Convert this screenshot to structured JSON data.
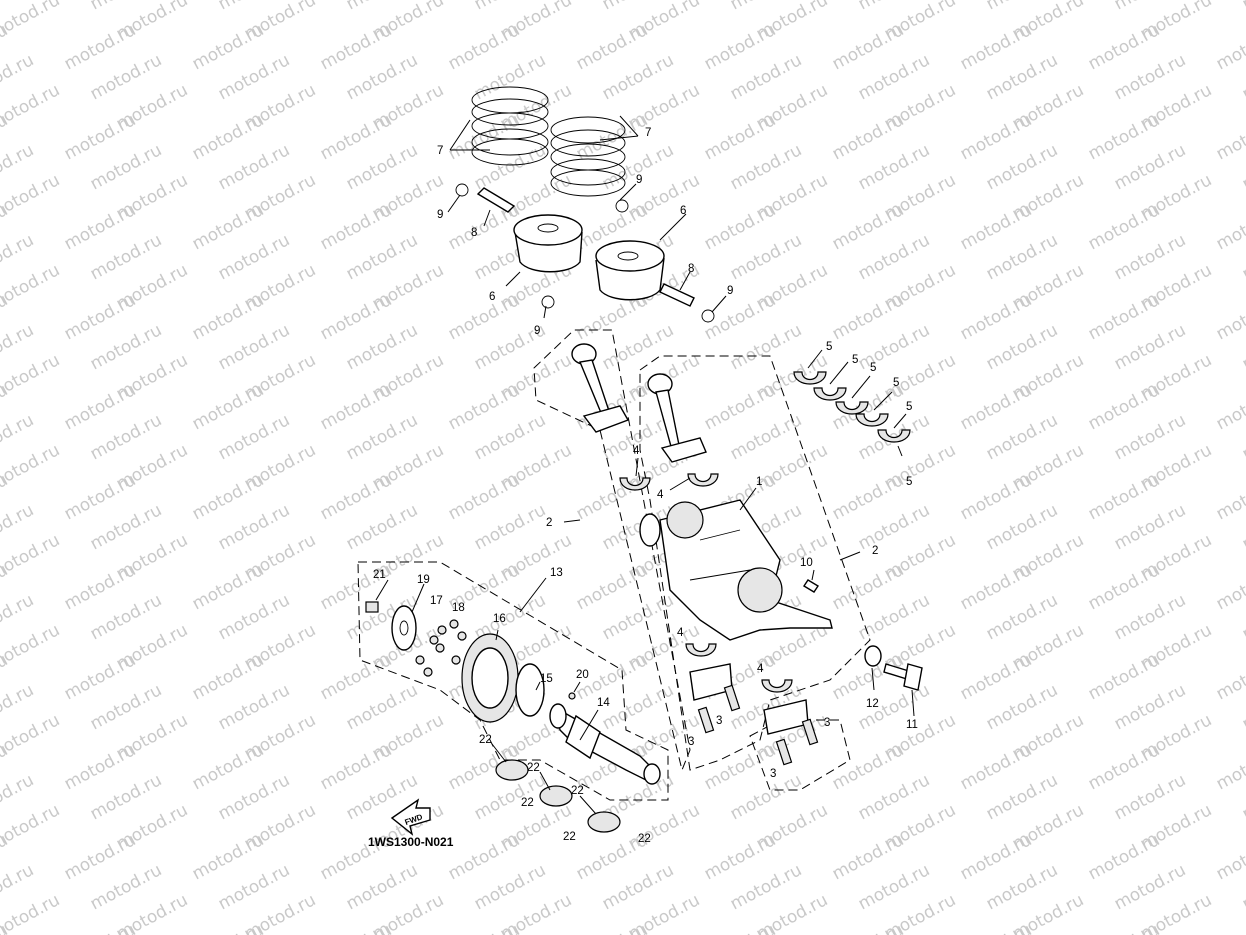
{
  "watermark": "motod.ru",
  "diagram_code": "1WS1300-N021",
  "fwd_label": "FWD",
  "callouts": {
    "c1": "1",
    "c2a": "2",
    "c2b": "2",
    "c3a": "3",
    "c3b": "3",
    "c3c": "3",
    "c3d": "3",
    "c4a": "4",
    "c4b": "4",
    "c4c": "4",
    "c4d": "4",
    "c5a": "5",
    "c5b": "5",
    "c5c": "5",
    "c5d": "5",
    "c5e": "5",
    "c6a": "6",
    "c6b": "6",
    "c7a": "7",
    "c7b": "7",
    "c8a": "8",
    "c8b": "8",
    "c9a": "9",
    "c9b": "9",
    "c9c": "9",
    "c9d": "9",
    "c10": "10",
    "c11": "11",
    "c12": "12",
    "c13": "13",
    "c14": "14",
    "c15": "15",
    "c16": "16",
    "c17": "17",
    "c18": "18",
    "c19": "19",
    "c20": "20",
    "c21": "21",
    "c22a": "22",
    "c22b": "22",
    "c22c": "22",
    "c22d": "22",
    "c22e": "22",
    "c22f": "22"
  }
}
